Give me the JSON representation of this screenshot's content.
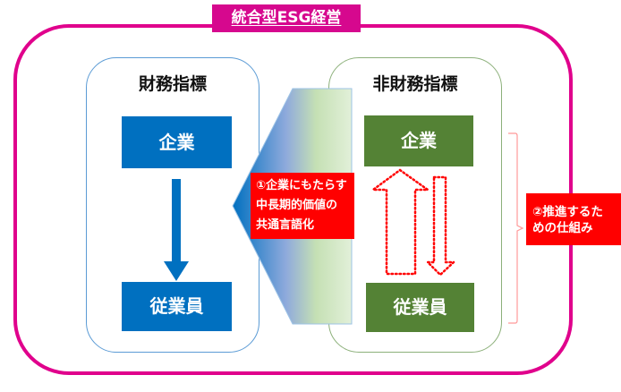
{
  "title": "統合型ESG経営",
  "financial": {
    "title": "財務指標",
    "top_box": "企業",
    "bottom_box": "従業員"
  },
  "non_financial": {
    "title": "非財務指標",
    "top_box": "企業",
    "bottom_box": "従業員"
  },
  "callout1": {
    "lines": [
      "①企業にもたらす",
      "中長期的価値の",
      "共通言語化"
    ]
  },
  "callout2": {
    "lines": [
      "②推進するた",
      "めの仕組み"
    ]
  },
  "colors": {
    "frame": "#E0008C",
    "title_bg": "#D6088E",
    "financial_box": "#0070C0",
    "non_financial_box": "#548235",
    "callout": "#FF0000",
    "financial_border": "#5B9BD5",
    "non_financial_border": "#8CB07A"
  }
}
